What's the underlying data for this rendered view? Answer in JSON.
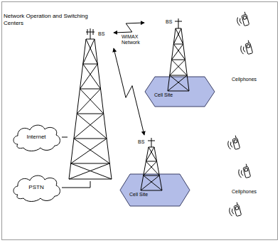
{
  "diagram": {
    "nodes": [
      {
        "text": [
          "Network Operation and Switching Centers",
          "BS"
        ]
      },
      {
        "text": [
          "BS",
          "Cell Site"
        ]
      },
      {
        "text": [
          "BS",
          "Cell Site"
        ]
      },
      {
        "text": [
          "Internet"
        ]
      },
      {
        "text": [
          "PSTN"
        ]
      }
    ],
    "edges": [
      {
        "from": 0,
        "to": 1,
        "arrow": "both",
        "label": "WiMAX Network"
      },
      {
        "from": 0,
        "to": 2,
        "arrow": "both"
      },
      {
        "from": 3,
        "to": 0,
        "arrow": "none"
      },
      {
        "from": 4,
        "to": 0,
        "arrow": "none"
      }
    ],
    "labels": [
      "Cellphones",
      "Cellphones"
    ]
  }
}
